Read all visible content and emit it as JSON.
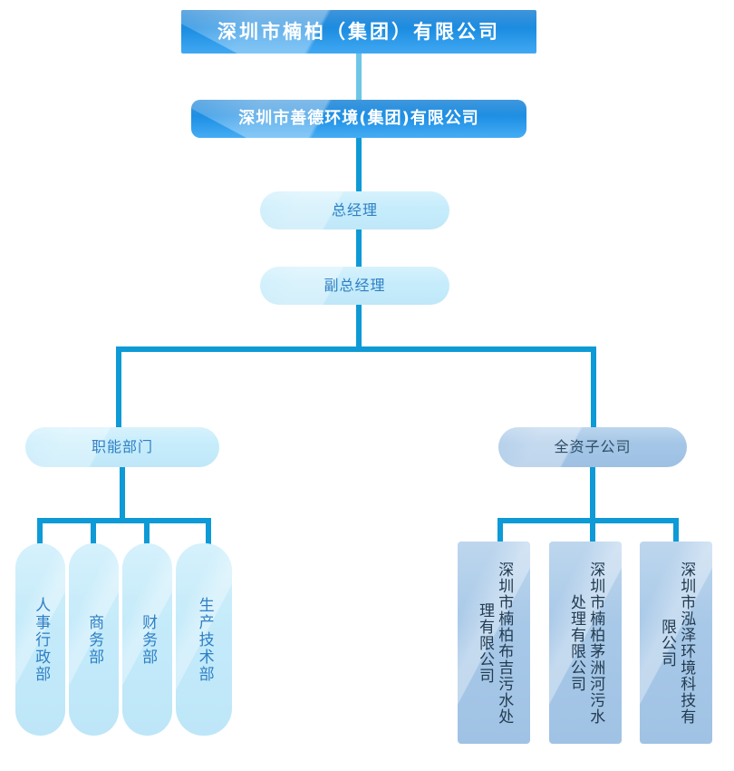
{
  "meta": {
    "diagram_type": "organization-chart",
    "colors": {
      "connector": "#0d9ad6",
      "header_blue_dark": "#0a77d0",
      "header_blue_light": "#41a8f2",
      "capsule_cyan": "#c9edfb",
      "capsule_blue": "#a6c7e7",
      "text_on_blue": "#ffffff",
      "text_cyan_node": "#2f7fc4",
      "text_blue_node": "#2e4d66",
      "background": "#ffffff"
    }
  },
  "nodes": {
    "group_company": {
      "label": "深圳市楠柏（集团）有限公司"
    },
    "sub_group_company": {
      "label": "深圳市善德环境(集团)有限公司"
    },
    "general_manager": {
      "label": "总经理"
    },
    "deputy_general_manager": {
      "label": "副总经理"
    },
    "functional_departments": {
      "label": "职能部门"
    },
    "wholly_owned_subsidiaries": {
      "label": "全资子公司"
    }
  },
  "departments": [
    {
      "label": "人事行政部"
    },
    {
      "label": "商务部"
    },
    {
      "label": "财务部"
    },
    {
      "label": "生产技术部"
    }
  ],
  "subsidiaries": [
    {
      "label": "深圳市楠柏布吉污水处理有限公司"
    },
    {
      "label": "深圳市楠柏茅洲河污水处理有限公司"
    },
    {
      "label": "深圳市泓泽环境科技有限公司"
    }
  ]
}
